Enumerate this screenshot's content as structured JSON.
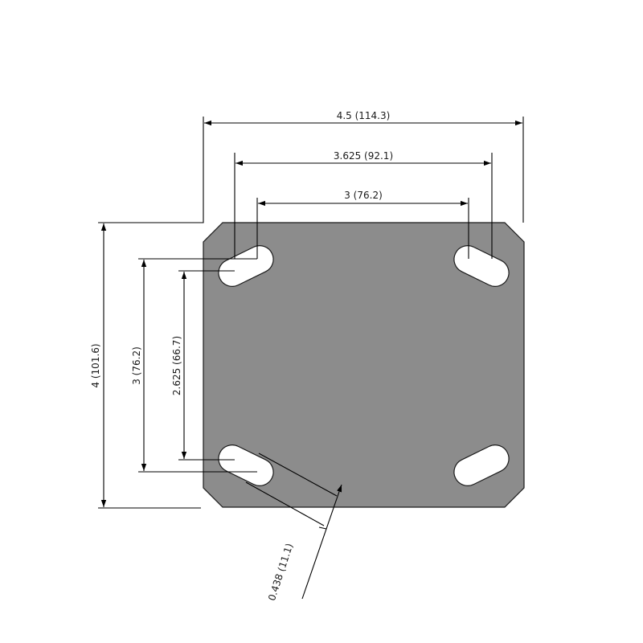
{
  "dimensions": {
    "plate_width": "4.5 (114.3)",
    "hole_span_outer_x": "3.625 (92.1)",
    "hole_span_inner_x": "3 (76.2)",
    "plate_height": "4 (101.6)",
    "hole_span_outer_y": "3 (76.2)",
    "hole_span_inner_y": "2.625 (66.7)",
    "slot_width": "0.438 (11.1)"
  },
  "colors": {
    "plate": "#8c8c8c",
    "slot": "#ffffff",
    "line": "#000000"
  }
}
